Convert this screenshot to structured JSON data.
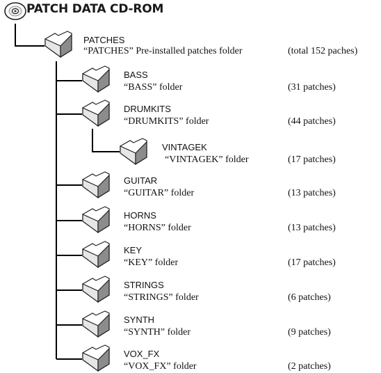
{
  "root": {
    "title": "PATCH DATA CD-ROM",
    "icon": "cd-rom-icon"
  },
  "patches": {
    "name": "PATCHES",
    "desc": "“PATCHES” Pre-installed patches folder",
    "count": "(total 152 paches)"
  },
  "folders": [
    {
      "name": "BASS",
      "desc": "“BASS” folder",
      "count": "(31 patches)"
    },
    {
      "name": "DRUMKITS",
      "desc": "“DRUMKITS” folder",
      "count": "(44 patches)"
    },
    {
      "name": "VINTAGEK",
      "desc": "“VINTAGEK” folder",
      "count": "(17 patches)"
    },
    {
      "name": "GUITAR",
      "desc": "“GUITAR” folder",
      "count": "(13 patches)"
    },
    {
      "name": "HORNS",
      "desc": "“HORNS” folder",
      "count": "(13 patches)"
    },
    {
      "name": "KEY",
      "desc": "“KEY” folder",
      "count": "(17 patches)"
    },
    {
      "name": "STRINGS",
      "desc": "“STRINGS” folder",
      "count": "(6 patches)"
    },
    {
      "name": "SYNTH",
      "desc": "“SYNTH” folder",
      "count": "(9 patches)"
    },
    {
      "name": "VOX_FX",
      "desc": "“VOX_FX” folder",
      "count": "(2 patches)"
    }
  ]
}
